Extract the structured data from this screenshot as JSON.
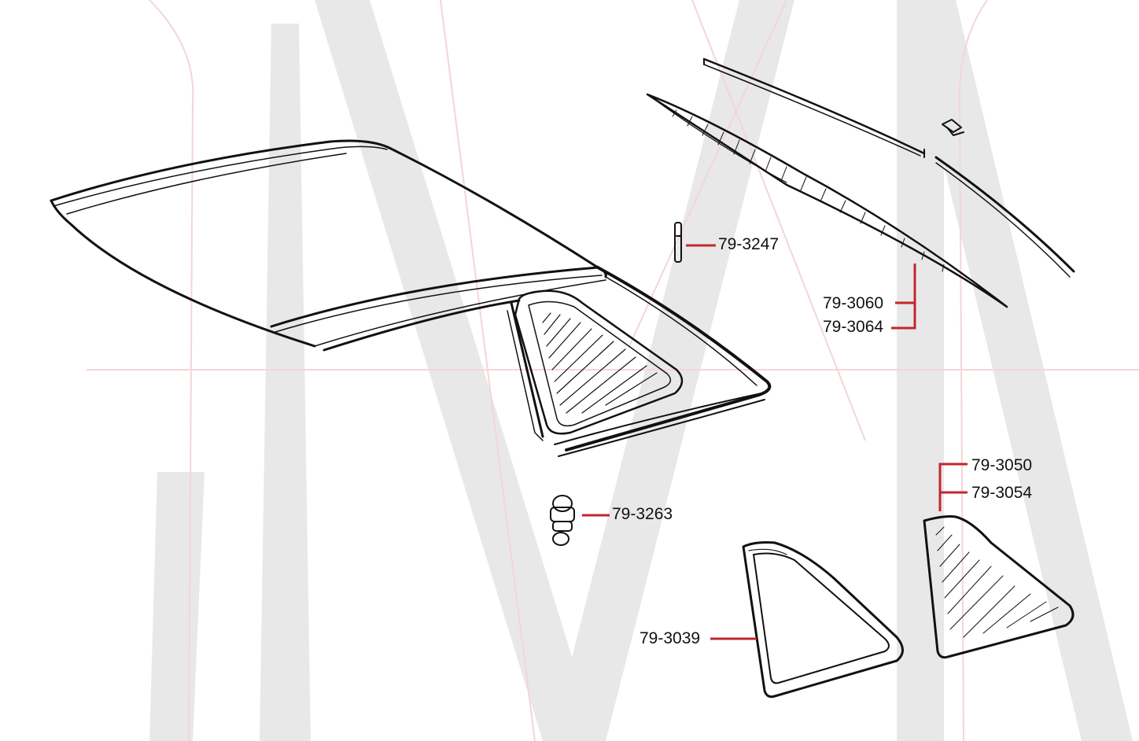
{
  "diagram": {
    "type": "exploded-parts-diagram",
    "subject": "hardtop roof, rear window and quarter windows",
    "leader_color": "#c0272d",
    "line_color": "#111111",
    "watermark_color_gray": "#e6e6e6",
    "watermark_color_pink": "#f2d4d4",
    "parts": [
      {
        "id": "part-3247",
        "label": "79-3247",
        "item": "small latch/bracket"
      },
      {
        "id": "part-3060",
        "label": "79-3060",
        "item": "rear window glass"
      },
      {
        "id": "part-3064",
        "label": "79-3064",
        "item": "rear window glass"
      },
      {
        "id": "part-3050",
        "label": "79-3050",
        "item": "quarter window glass"
      },
      {
        "id": "part-3054",
        "label": "79-3054",
        "item": "quarter window glass"
      },
      {
        "id": "part-3263",
        "label": "79-3263",
        "item": "knob/fastener"
      },
      {
        "id": "part-3039",
        "label": "79-3039",
        "item": "quarter window seal"
      }
    ]
  }
}
